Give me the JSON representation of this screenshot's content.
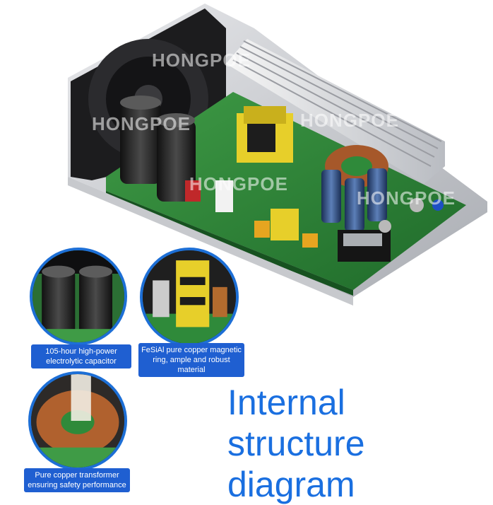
{
  "watermark": "HONGPOE",
  "labels": {
    "capacitor": [
      "105-hour high-power",
      "electrolytic capacitor"
    ],
    "magnetic": [
      "FeSiAl pure copper magnetic",
      "ring, ample and robust material"
    ],
    "transformer": [
      "Pure copper transformer",
      "ensuring safety performance"
    ]
  },
  "title": [
    "Internal structure",
    "diagram"
  ],
  "colors": {
    "accent": "#1a6fe0",
    "label_bg": "#1f5fd1",
    "pcb": "#2f8a3a"
  }
}
